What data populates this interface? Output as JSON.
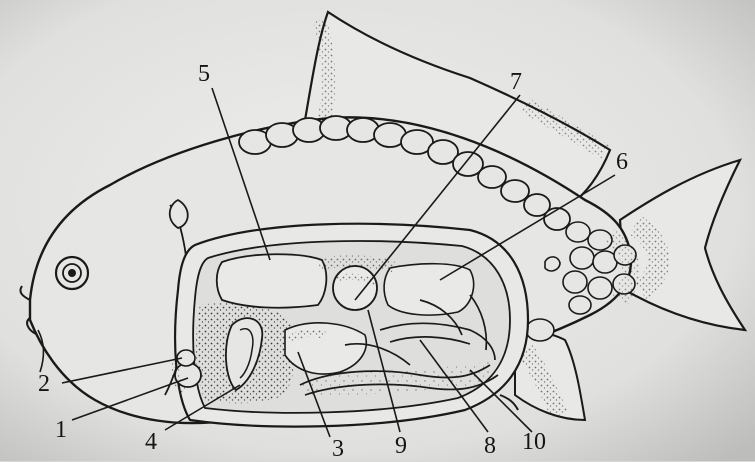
{
  "labels": {
    "l1": "1",
    "l2": "2",
    "l3": "3",
    "l4": "4",
    "l5": "5",
    "l6": "6",
    "l7": "7",
    "l8": "8",
    "l9": "9",
    "l10": "10"
  },
  "colors": {
    "paper": "#e4e4e2",
    "ink": "#1a1a1a",
    "shade": "#8a8a88"
  }
}
